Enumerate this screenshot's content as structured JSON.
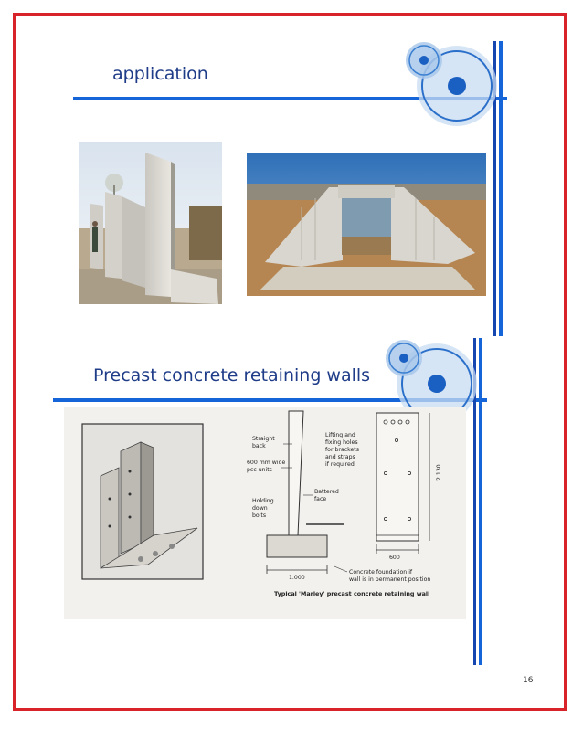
{
  "slide": {
    "title_top": "application",
    "title_bottom": "Precast concrete retaining walls",
    "page_number": "16"
  },
  "diagram": {
    "label_straight_back": [
      "Straight",
      "back"
    ],
    "label_units": [
      "600 mm wide",
      "pcc units"
    ],
    "label_holding": [
      "Holding",
      "down",
      "bolts"
    ],
    "label_lifting": [
      "Lifting and",
      "fixing holes",
      "for brackets",
      "and straps",
      "if required"
    ],
    "label_battered": [
      "Battered",
      "face"
    ],
    "label_foundation": [
      "Concrete foundation if",
      "wall is in permanent position"
    ],
    "dim_base": "1.000",
    "dim_width": "600",
    "dim_height": "2.130",
    "caption": "Typical 'Marley' precast concrete retaining wall"
  },
  "colors": {
    "frame_red": "#d8232a",
    "accent_blue": "#1565d8",
    "title_blue": "#1f3c88"
  }
}
